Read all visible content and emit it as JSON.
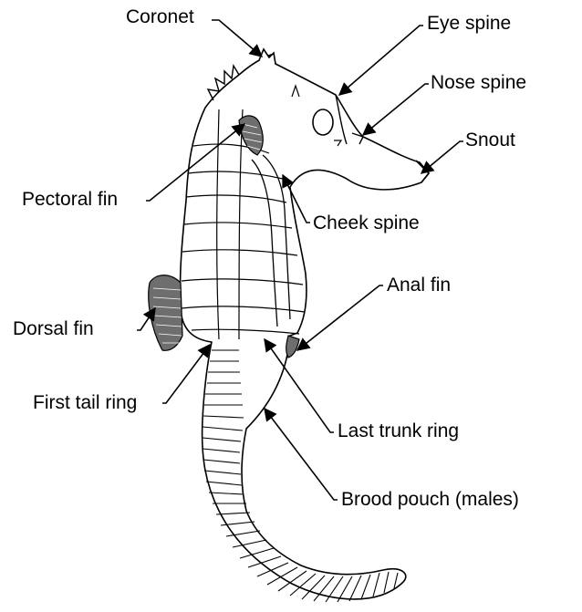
{
  "labels": {
    "coronet": "Coronet",
    "eye_spine": "Eye spine",
    "nose_spine": "Nose spine",
    "snout": "Snout",
    "pectoral_fin": "Pectoral fin",
    "cheek_spine": "Cheek spine",
    "anal_fin": "Anal fin",
    "dorsal_fin": "Dorsal fin",
    "first_tail_ring": "First tail ring",
    "last_trunk_ring": "Last trunk ring",
    "brood_pouch": "Brood pouch (males)"
  },
  "colors": {
    "outline": "#000000",
    "fin_fill": "#6e6e6e",
    "pouch_fill": "#dcdcdc"
  }
}
